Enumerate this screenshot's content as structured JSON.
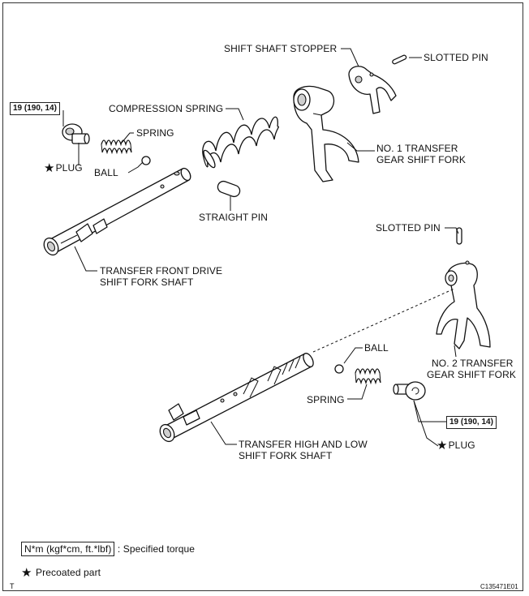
{
  "labels": {
    "shift_shaft_stopper": "SHIFT SHAFT STOPPER",
    "slotted_pin_top": "SLOTTED PIN",
    "compression_spring": "COMPRESSION SPRING",
    "spring_top": "SPRING",
    "ball_top": "BALL",
    "plug_top": "PLUG",
    "no1_fork_line1": "NO. 1 TRANSFER",
    "no1_fork_line2": "GEAR SHIFT FORK",
    "straight_pin": "STRAIGHT PIN",
    "front_drive_line1": "TRANSFER FRONT DRIVE",
    "front_drive_line2": "SHIFT FORK SHAFT",
    "slotted_pin_bottom": "SLOTTED PIN",
    "ball_bottom": "BALL",
    "no2_fork_line1": "NO. 2 TRANSFER",
    "no2_fork_line2": "GEAR SHIFT FORK",
    "spring_bottom": "SPRING",
    "plug_bottom": "PLUG",
    "high_low_line1": "TRANSFER HIGH AND LOW",
    "high_low_line2": "SHIFT FORK SHAFT"
  },
  "torque": {
    "top": "19 (190, 14)",
    "bottom": "19 (190, 14)"
  },
  "legend": {
    "torque_unit": "N*m (kgf*cm, ft.*lbf)",
    "torque_desc": ": Specified torque",
    "precoated": "Precoated part"
  },
  "footer": {
    "left_mark": "T",
    "figure_code": "C135471E01"
  },
  "icons": {
    "precoat": "star-icon"
  }
}
